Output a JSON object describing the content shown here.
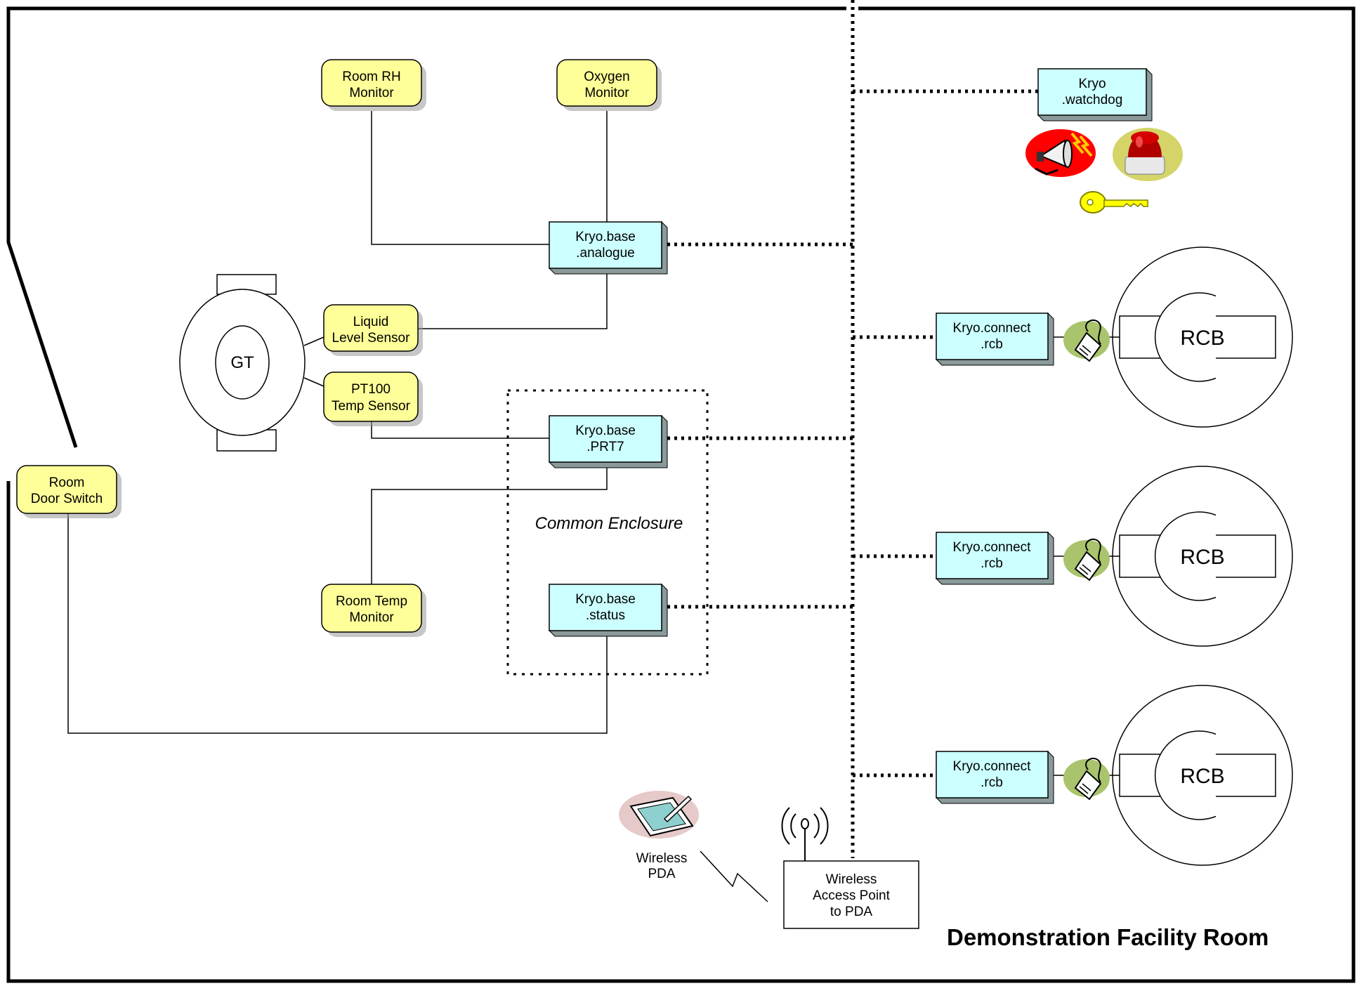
{
  "title": "Demonstration Facility Room",
  "enclosure_label": "Common Enclosure",
  "colors": {
    "sensor_fill": "#ffff99",
    "module_fill": "#ccffff",
    "line": "#000000",
    "background": "#ffffff"
  },
  "sensors": {
    "room_rh": [
      "Room RH",
      "Monitor"
    ],
    "oxygen": [
      "Oxygen",
      "Monitor"
    ],
    "liquid_level": [
      "Liquid",
      "Level Sensor"
    ],
    "pt100": [
      "PT100",
      "Temp Sensor"
    ],
    "room_temp": [
      "Room Temp",
      "Monitor"
    ],
    "door_switch": [
      "Room",
      "Door Switch"
    ]
  },
  "modules": {
    "analogue": [
      "Kryo.base",
      ".analogue"
    ],
    "prt7": [
      "Kryo.base",
      ".PRT7"
    ],
    "status": [
      "Kryo.base",
      ".status"
    ],
    "watchdog": [
      "Kryo",
      ".watchdog"
    ],
    "connect_1": [
      "Kryo.connect",
      ".rcb"
    ],
    "connect_2": [
      "Kryo.connect",
      ".rcb"
    ],
    "connect_3": [
      "Kryo.connect",
      ".rcb"
    ]
  },
  "gt_label": "GT",
  "rcb_labels": [
    "RCB",
    "RCB",
    "RCB"
  ],
  "pda_label": [
    "Wireless",
    "PDA"
  ],
  "access_point_label": [
    "Wireless",
    "Access Point",
    "to PDA"
  ],
  "icons": [
    "alarm-siren-icon",
    "beacon-light-icon",
    "key-icon",
    "modem-icon",
    "pda-icon",
    "antenna-icon"
  ]
}
